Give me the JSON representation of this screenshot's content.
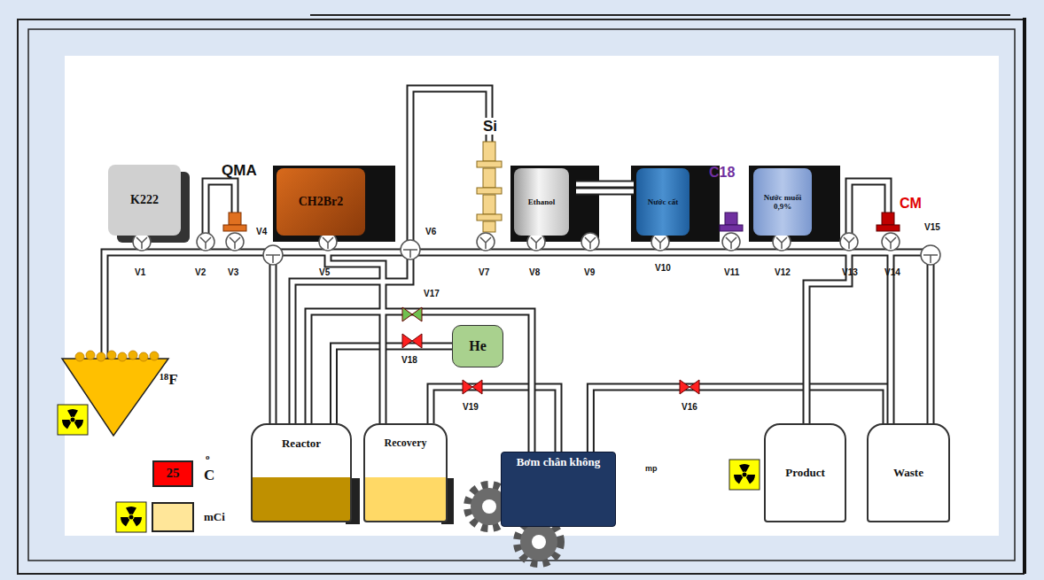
{
  "diagram": {
    "nodes": [
      {
        "text": [
          "K222"
        ]
      },
      {
        "text": [
          "CH2Br2"
        ]
      },
      {
        "text": [
          "Ethanol"
        ]
      },
      {
        "text": [
          "Nước cất"
        ]
      },
      {
        "text": [
          "Nước muối 0,9%"
        ]
      },
      {
        "text": [
          "He"
        ]
      },
      {
        "text": [
          "25"
        ]
      },
      {
        "text": [
          "Reactor"
        ]
      },
      {
        "text": [
          "Recovery"
        ]
      },
      {
        "text": [
          "Bơm chân không"
        ]
      },
      {
        "text": [
          "Product"
        ]
      },
      {
        "text": [
          "Waste"
        ]
      }
    ],
    "edges": [
      {
        "from": 5,
        "to": 7,
        "arrow": "none"
      },
      {
        "from": 8,
        "to": 9,
        "arrow": "none"
      },
      {
        "from": 9,
        "to": 11,
        "arrow": "none"
      }
    ],
    "labels": [
      "QMA",
      "Si",
      "C18",
      "CM",
      "V1",
      "V2",
      "V3",
      "V4",
      "V5",
      "V6",
      "V7",
      "V8",
      "V9",
      "V10",
      "V11",
      "V12",
      "V13",
      "V14",
      "V15",
      "V17",
      "V18",
      "V19",
      "V16",
      "¹⁸F",
      "o",
      "C",
      "mCi",
      "mp"
    ]
  }
}
